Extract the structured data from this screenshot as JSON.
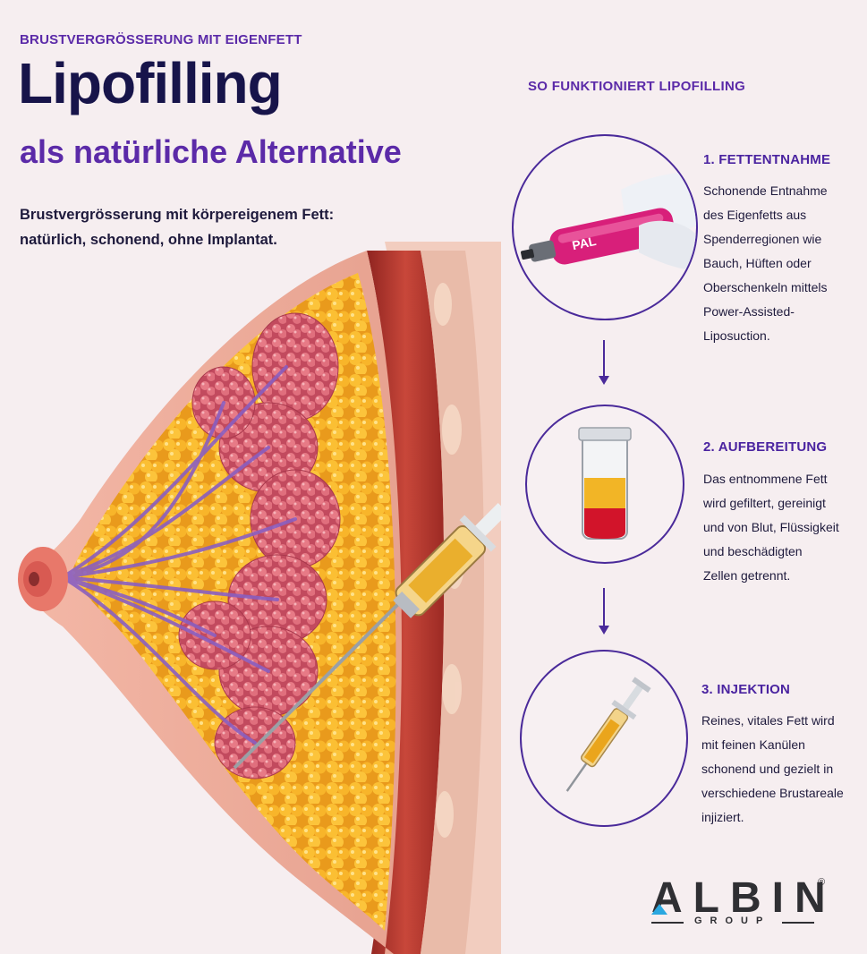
{
  "header": {
    "eyebrow": "BRUSTVERGRÖSSERUNG MIT EIGENFETT",
    "title": "Lipofilling",
    "subtitle": "als natürliche Alternative",
    "lead_line1": "Brustvergrösserung mit körpereigenem Fett:",
    "lead_line2": "natürlich, schonend, ohne Implantat."
  },
  "process": {
    "title": "SO FUNKTIONIERT LIPOFILLING",
    "steps": [
      {
        "heading": "1. FETTENTNAHME",
        "lines": [
          "Schonende Entnahme",
          "des Eigenfetts aus",
          "Spenderregionen wie",
          "Bauch, Hüften oder",
          "Oberschenkeln mittels",
          "Power-Assisted-",
          "Liposuction."
        ],
        "device_label": "PAL"
      },
      {
        "heading": "2. AUFBEREITUNG",
        "lines": [
          "Das entnommene Fett",
          "wird gefiltert, gereinigt",
          "und von Blut, Flüssigkeit",
          "und beschädigten",
          "Zellen getrennt."
        ]
      },
      {
        "heading": "3. INJEKTION",
        "lines": [
          "Reines, vitales Fett wird",
          "mit feinen Kanülen",
          "schonend und gezielt in",
          "verschiedene Brustareale",
          "injiziert."
        ]
      }
    ]
  },
  "logo": {
    "name": "ALBIN",
    "sub": "GROUP",
    "mark": "®"
  },
  "colors": {
    "accent": "#5b2aa8",
    "title": "#17144a",
    "fat": "#f5b52e",
    "gland": "#e0707e",
    "muscle": "#b8352e"
  }
}
